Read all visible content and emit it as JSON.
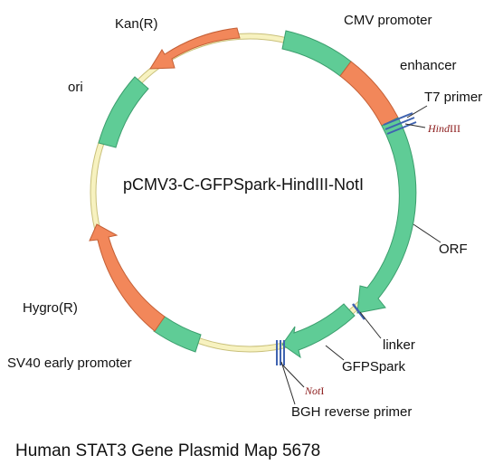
{
  "plasmid": {
    "name": "pCMV3-C-GFPSpark-HindIII-NotI",
    "caption": "Human STAT3 Gene Plasmid Map 5678"
  },
  "colors": {
    "backbone": "#f4efb0",
    "backbone_edge": "#c9c07a",
    "green": "#5fcc96",
    "green_edge": "#3b9e6d",
    "orange": "#f2875a",
    "orange_edge": "#c45f35",
    "site_line": "#3f63b0",
    "site_text": "#8b1a1a"
  },
  "features": {
    "cmv": {
      "label": "CMV promoter"
    },
    "enhancer": {
      "label": "enhancer"
    },
    "t7": {
      "label": "T7 primer"
    },
    "orf": {
      "label": "ORF"
    },
    "linker": {
      "label": "linker"
    },
    "gfpspark": {
      "label": "GFPSpark"
    },
    "bgh": {
      "label": "BGH reverse primer"
    },
    "sv40": {
      "label": "SV40 early promoter"
    },
    "hygro": {
      "label": "Hygro(R)"
    },
    "ori": {
      "label": "ori"
    },
    "kan": {
      "label": "Kan(R)"
    }
  },
  "sites": {
    "hind": {
      "italic": "Hind",
      "rest": "III"
    },
    "not": {
      "italic": "Not",
      "rest": "I"
    }
  }
}
